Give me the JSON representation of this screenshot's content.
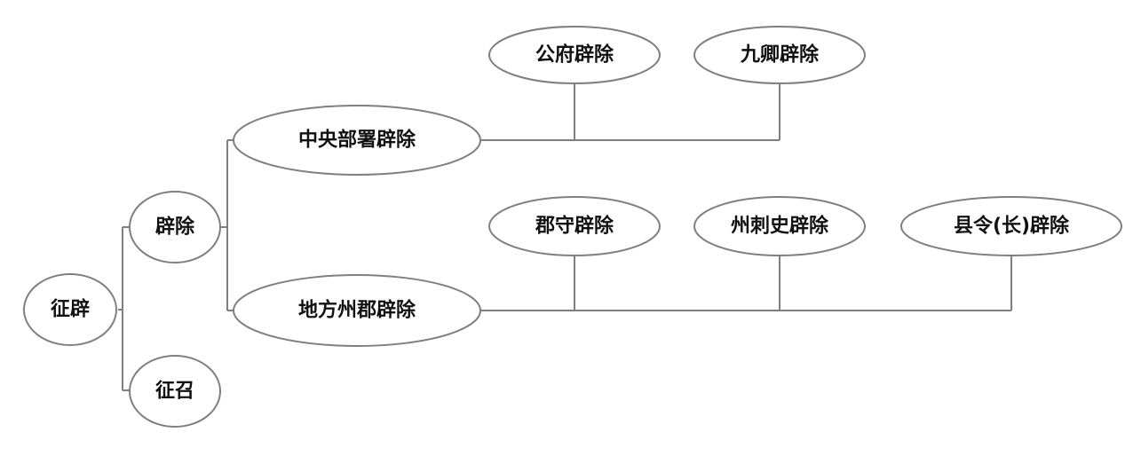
{
  "diagram": {
    "line_color": "#7f7f7f",
    "nodes": {
      "zhengpi": "征辟",
      "pichu": "辟除",
      "zhengzhao": "征召",
      "zhongyang": "中央部署辟除",
      "difang": "地方州郡辟除",
      "gongfu": "公府辟除",
      "jiuqing": "九卿辟除",
      "junshou": "郡守辟除",
      "zhoucishi": "州刺史辟除",
      "xianling": "县令(长)辟除"
    }
  }
}
